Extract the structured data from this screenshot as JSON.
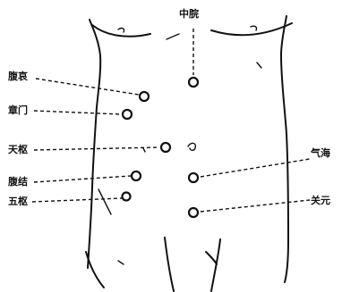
{
  "diagram": {
    "labels": {
      "zhongwan": "中脘",
      "fuai": "腹哀",
      "zhangmen": "章门",
      "tianshu": "天枢",
      "fujie": "腹结",
      "wushu": "五枢",
      "qihai": "气海",
      "guanyuan": "关元"
    },
    "colors": {
      "ink": "#111111",
      "paper": "#ffffff"
    }
  }
}
